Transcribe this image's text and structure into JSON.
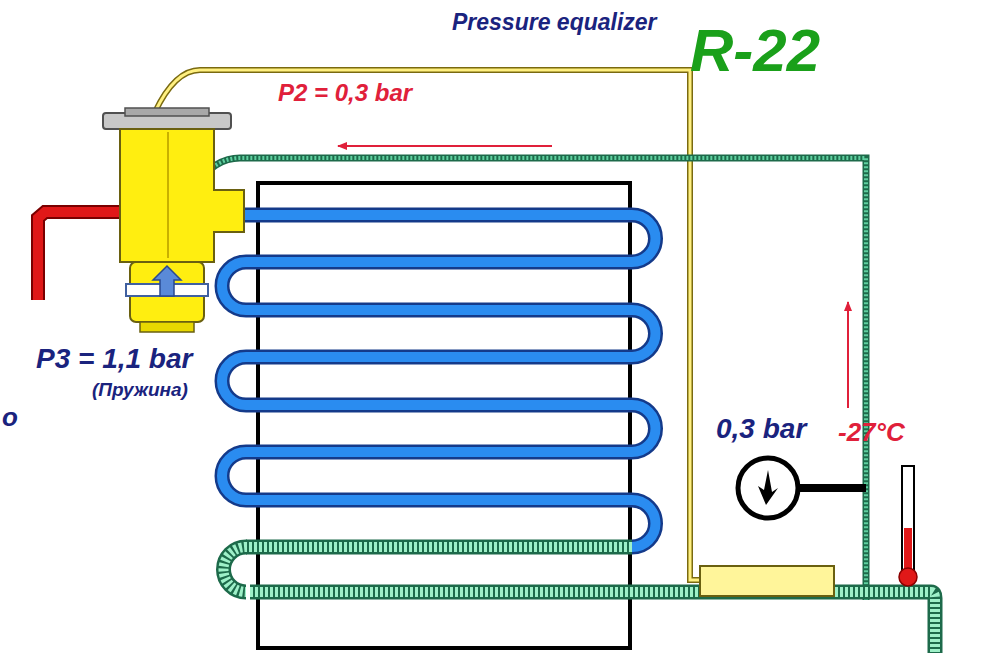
{
  "diagram": {
    "labels": [
      "Pressure equalizer",
      "R-22",
      "P2 = 0,3 bar",
      "P3 = 1,1 bar",
      "(Пружина)",
      "0,3 bar",
      "-27°C",
      "o"
    ]
  }
}
